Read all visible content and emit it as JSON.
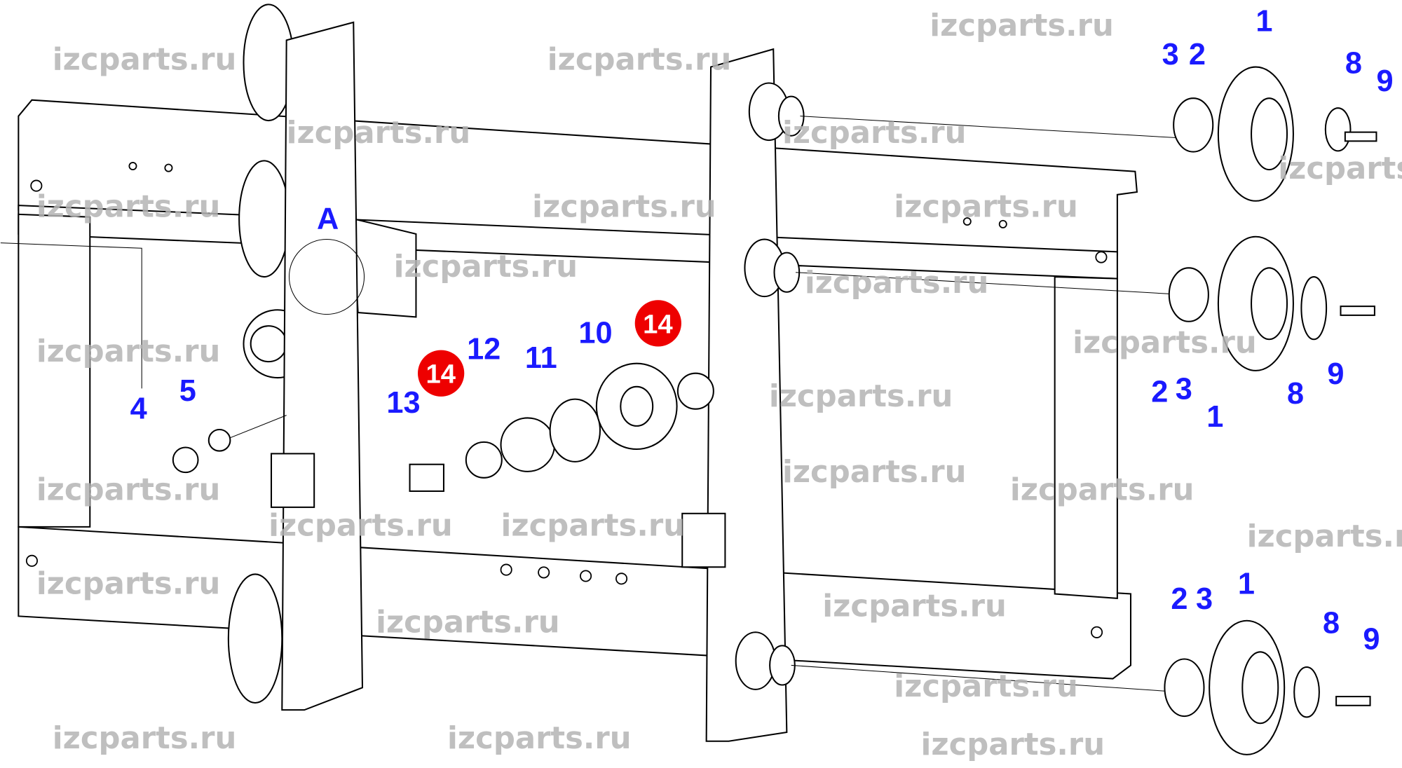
{
  "watermark": "izcparts.ru",
  "detail_callout": "A",
  "labels": {
    "top": {
      "roller": "1",
      "seal_a": "3",
      "seal_b": "2",
      "washer": "8",
      "bolt": "9"
    },
    "middle": {
      "seal_a": "2",
      "seal_b": "3",
      "roller": "1",
      "washer": "8",
      "bolt": "9"
    },
    "bottom": {
      "seal_a": "2",
      "seal_b": "3",
      "roller": "1",
      "washer": "8",
      "bolt": "9"
    },
    "screw": "4",
    "small_washer": "5",
    "hex_bolt": "13",
    "spacer_left": "14",
    "slotted_nut": "12",
    "bushing": "11",
    "eccentric_roller": "10",
    "spacer_right": "14"
  },
  "colors": {
    "label": "#1a1aff",
    "highlight": "#ee0000",
    "watermark": "#b4b4b4"
  }
}
